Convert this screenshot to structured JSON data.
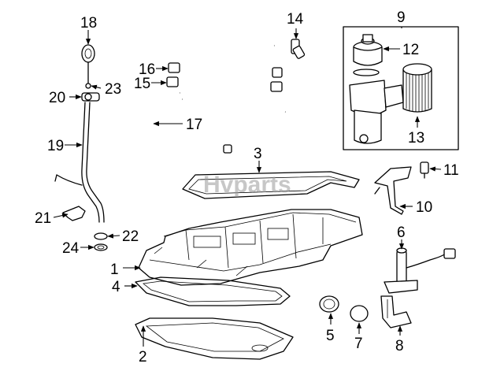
{
  "watermark": "Hvparts",
  "callouts": {
    "c1": "1",
    "c2": "2",
    "c3": "3",
    "c4": "4",
    "c5": "5",
    "c6": "6",
    "c7": "7",
    "c8": "8",
    "c9": "9",
    "c10": "10",
    "c11": "11",
    "c12": "12",
    "c13": "13",
    "c14": "14",
    "c15": "15",
    "c16": "16",
    "c17": "17",
    "c18": "18",
    "c19": "19",
    "c20": "20",
    "c21": "21",
    "c22": "22",
    "c23": "23",
    "c24": "24"
  }
}
